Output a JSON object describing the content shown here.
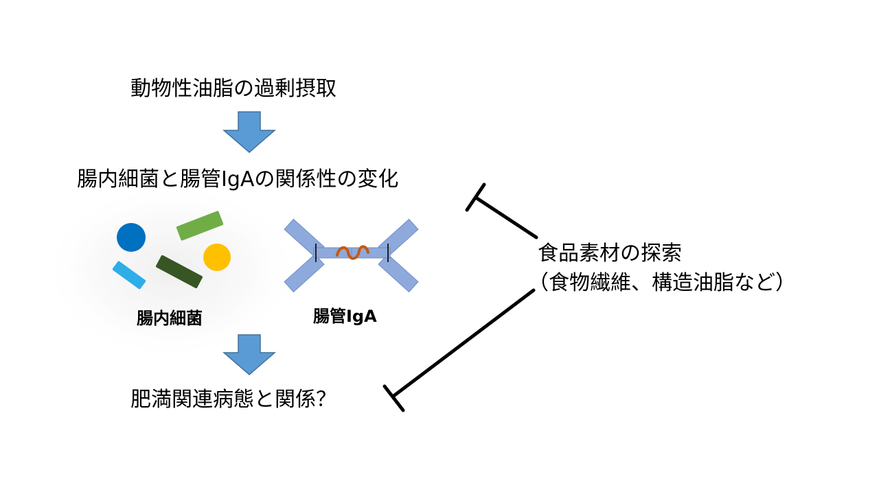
{
  "steps": {
    "intake": "動物性油脂の過剰摂取",
    "change": "腸内細菌と腸管IgAの関係性の変化",
    "obesity": "肥満関連病態と関係？"
  },
  "labels": {
    "bacteria": "腸内細菌",
    "iga": "腸管IgA"
  },
  "intervention": {
    "title": "食品素材の探索",
    "examples": "（食物繊維、構造油脂など）"
  },
  "colors": {
    "arrow_fill": "#5b9bd5",
    "arrow_stroke": "#41719c",
    "bact_blue": "#0070c0",
    "bact_green": "#70ad47",
    "bact_yellow": "#ffc000",
    "bact_lightblue": "#2eaee8",
    "bact_darkgreen": "#375623",
    "antibody": "#8ea9db",
    "antibody_stroke": "#6f8fc7",
    "hinge": "#c55a11",
    "inhibit_line": "#000000"
  },
  "icons": [
    "down-arrow",
    "bacteria-cluster",
    "iga-dimer",
    "inhibition-line"
  ]
}
